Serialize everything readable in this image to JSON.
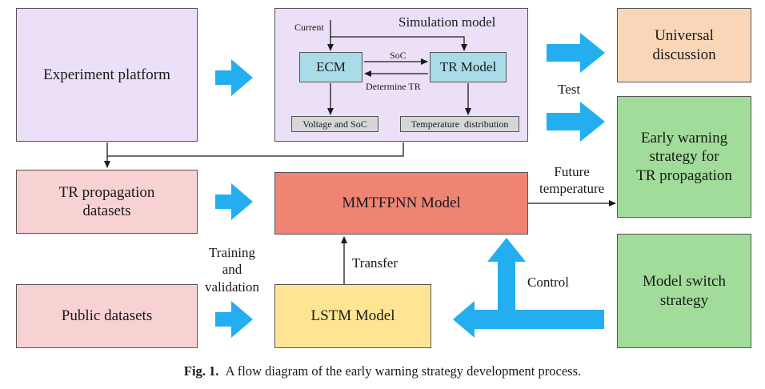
{
  "nodes": {
    "experiment_platform": "Experiment platform",
    "simulation_model": "Simulation model",
    "ecm": "ECM",
    "tr_model": "TR Model",
    "voltage_soc": "Voltage and SoC",
    "temperature_distribution": "Temperature  distribution",
    "universal_discussion": [
      "Universal",
      "discussion"
    ],
    "early_warning_strategy": [
      "Early warning",
      "strategy for",
      "TR propagation"
    ],
    "tr_propagation_datasets": [
      "TR propagation",
      "datasets"
    ],
    "mmtfpnn_model": "MMTFPNN Model",
    "public_datasets": "Public datasets",
    "lstm_model": "LSTM Model",
    "model_switch_strategy": [
      "Model switch",
      "strategy"
    ]
  },
  "edge_labels": {
    "current": "Current",
    "soc": "SoC",
    "determine_tr": "Determine TR",
    "test": "Test",
    "future_temperature": [
      "Future",
      "temperature"
    ],
    "training_validation": [
      "Training",
      "and",
      "validation"
    ],
    "transfer": "Transfer",
    "control": "Control"
  },
  "caption": {
    "label": "Fig. 1.",
    "text": "A flow diagram of the early warning strategy development process."
  },
  "colors": {
    "purple": "#ebe0f7",
    "cyan": "#a9dbe8",
    "grey": "#d6d6d6",
    "orange": "#f9d6b7",
    "green": "#a1dc9a",
    "pink": "#f8d1d3",
    "red": "#ef8474",
    "yellow": "#ffe593",
    "arrow_blue": "#23aef0"
  }
}
